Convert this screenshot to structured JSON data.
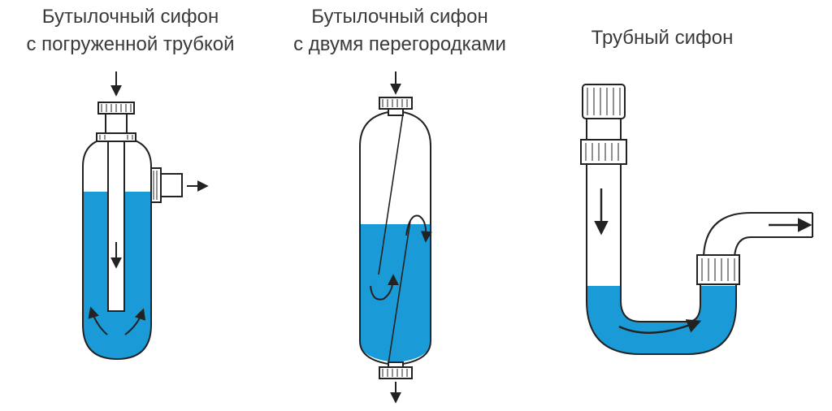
{
  "titles": {
    "bottle_tube": [
      "Бутылочный сифон",
      "с погруженной трубкой"
    ],
    "bottle_partitions": [
      "Бутылочный сифон",
      "с двумя перегородками"
    ],
    "pipe": "Трубный сифон"
  },
  "colors": {
    "water": "#1a9bd7",
    "outline": "#222222",
    "text": "#3a3a3a",
    "background": "#ffffff"
  },
  "icons": [
    "down-arrow-icon",
    "right-arrow-icon",
    "curved-arrow-icon"
  ]
}
